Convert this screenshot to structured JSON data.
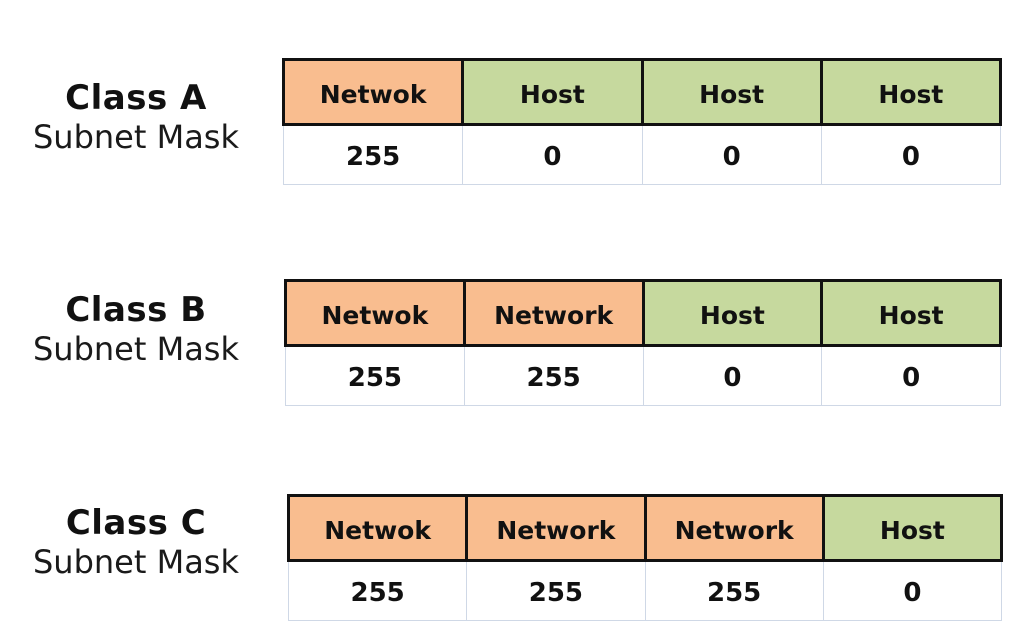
{
  "colors": {
    "network": "#f9bd8f",
    "host": "#c6d99e",
    "border": "#111111"
  },
  "classes": [
    {
      "title": "Class A",
      "subtitle": "Subnet Mask",
      "headers": [
        {
          "text": "Netwok",
          "kind": "net"
        },
        {
          "text": "Host",
          "kind": "host"
        },
        {
          "text": "Host",
          "kind": "host"
        },
        {
          "text": "Host",
          "kind": "host"
        }
      ],
      "values": [
        "255",
        "0",
        "0",
        "0"
      ]
    },
    {
      "title": "Class B",
      "subtitle": "Subnet Mask",
      "headers": [
        {
          "text": "Netwok",
          "kind": "net"
        },
        {
          "text": "Network",
          "kind": "net"
        },
        {
          "text": "Host",
          "kind": "host"
        },
        {
          "text": "Host",
          "kind": "host"
        }
      ],
      "values": [
        "255",
        "255",
        "0",
        "0"
      ]
    },
    {
      "title": "Class C",
      "subtitle": "Subnet Mask",
      "headers": [
        {
          "text": "Netwok",
          "kind": "net"
        },
        {
          "text": "Network",
          "kind": "net"
        },
        {
          "text": "Network",
          "kind": "net"
        },
        {
          "text": "Host",
          "kind": "host"
        }
      ],
      "values": [
        "255",
        "255",
        "255",
        "0"
      ]
    }
  ]
}
